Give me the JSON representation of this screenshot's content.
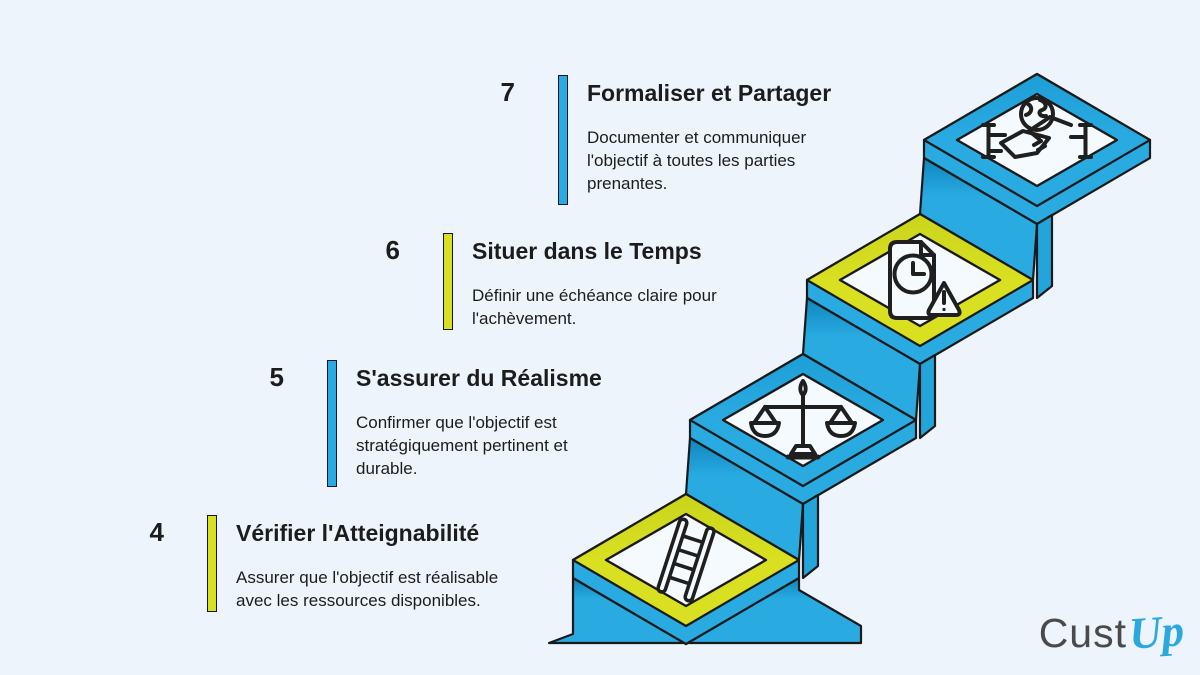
{
  "background_color": "#EEF4FB",
  "colors": {
    "accent_blue": "#29ABE2",
    "accent_yellow": "#D9E021",
    "outline": "#1A1A1A",
    "text": "#1C1C1C",
    "tile_white": "#F5FAFE",
    "logo_gray": "#4A4A4C",
    "logo_cyan": "#2BA9DF"
  },
  "steps": [
    {
      "number": "7",
      "title": "Formaliser et Partager",
      "description": "Documenter et communiquer\nl'objectif à toutes les parties\nprenantes.",
      "accent": "#29ABE2",
      "icon": "handshake-globe-icon"
    },
    {
      "number": "6",
      "title": "Situer dans le Temps",
      "description": "Définir une échéance claire pour\nl'achèvement.",
      "accent": "#D9E021",
      "icon": "deadline-document-icon"
    },
    {
      "number": "5",
      "title": "S'assurer du Réalisme",
      "description": "Confirmer que l'objectif est\nstratégiquement pertinent et\ndurable.",
      "accent": "#29ABE2",
      "icon": "balance-scale-icon"
    },
    {
      "number": "4",
      "title": "Vérifier l'Atteignabilité",
      "description": "Assurer que l'objectif est réalisable\navec les ressources disponibles.",
      "accent": "#D9E021",
      "icon": "ladder-icon"
    }
  ],
  "logo": {
    "primary": "Cust",
    "secondary": "Up"
  }
}
